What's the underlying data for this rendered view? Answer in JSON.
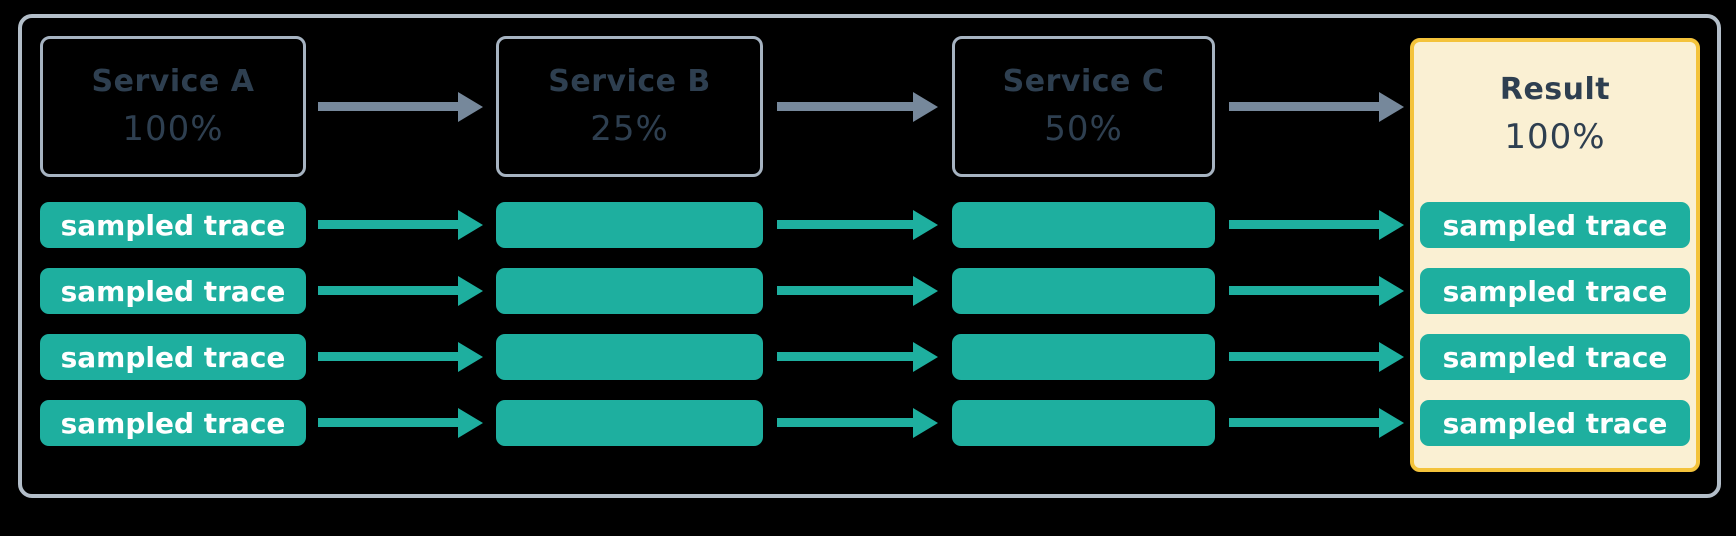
{
  "diagram": {
    "services": [
      {
        "name": "Service A",
        "rate": "100%"
      },
      {
        "name": "Service B",
        "rate": "25%"
      },
      {
        "name": "Service C",
        "rate": "50%"
      }
    ],
    "result": {
      "title": "Result",
      "rate": "100%"
    },
    "trace_label": "sampled trace",
    "trace_rows": 4
  },
  "colors": {
    "canvas_bg": "#000000",
    "outer_border": "#b3bec9",
    "service_border": "#a6b3c1",
    "service_text": "#2e3f50",
    "arrow_gray": "#76889b",
    "teal": "#1eaf9f",
    "pill_text": "#ffffff",
    "result_bg": "#faf0d3",
    "result_border": "#f4c33b"
  }
}
